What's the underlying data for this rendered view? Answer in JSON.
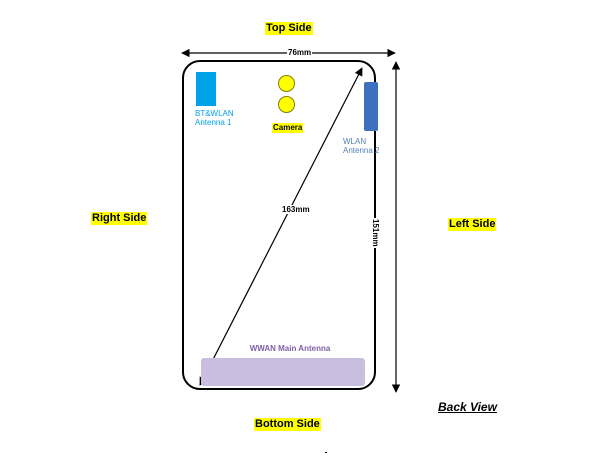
{
  "sides": {
    "top": "Top Side",
    "bottom": "Bottom Side",
    "right": "Right Side",
    "left": "Left Side"
  },
  "view_label": "Back View",
  "dimensions": {
    "width": "76mm",
    "height": "151mm",
    "diagonal": "163mm"
  },
  "components": {
    "bt_wlan_antenna": {
      "line1": "BT&WLAN",
      "line2": "Antenna 1"
    },
    "wlan_antenna": {
      "line1": "WLAN",
      "line2": "Antenna 2"
    },
    "camera": "Camera",
    "wwan_antenna": "WWAN Main Antenna"
  },
  "colors": {
    "highlight": "#ffff00",
    "bt_antenna": "#00a2e8",
    "wlan_antenna": "#3f6fbf",
    "wwan_antenna": "#c9bedf",
    "camera": "#ffff00"
  }
}
